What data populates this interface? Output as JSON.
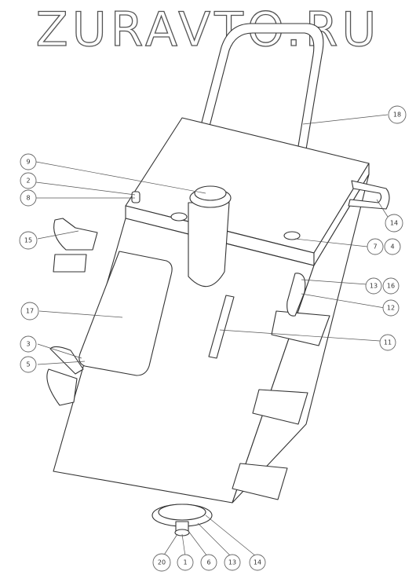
{
  "watermark": {
    "text": "ZURAVTO.RU"
  },
  "callouts": [
    {
      "id": "c18",
      "label": "18"
    },
    {
      "id": "c9",
      "label": "9"
    },
    {
      "id": "c2",
      "label": "2"
    },
    {
      "id": "c8",
      "label": "8"
    },
    {
      "id": "c14a",
      "label": "14"
    },
    {
      "id": "c15",
      "label": "15"
    },
    {
      "id": "c7",
      "label": "7"
    },
    {
      "id": "c4",
      "label": "4"
    },
    {
      "id": "c13a",
      "label": "13"
    },
    {
      "id": "c16",
      "label": "16"
    },
    {
      "id": "c12",
      "label": "12"
    },
    {
      "id": "c17",
      "label": "17"
    },
    {
      "id": "c11",
      "label": "11"
    },
    {
      "id": "c3",
      "label": "3"
    },
    {
      "id": "c5",
      "label": "5"
    },
    {
      "id": "c20",
      "label": "20"
    },
    {
      "id": "c1",
      "label": "1"
    },
    {
      "id": "c6",
      "label": "6"
    },
    {
      "id": "c13b",
      "label": "13"
    },
    {
      "id": "c14b",
      "label": "14"
    }
  ]
}
